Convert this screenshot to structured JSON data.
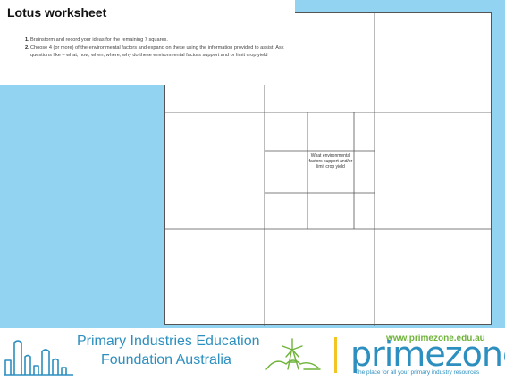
{
  "worksheet": {
    "title": "Lotus worksheet",
    "instructions": [
      {
        "num": "1.",
        "text": "Brainstorm and record your ideas for the remaining 7 squares."
      },
      {
        "num": "2.",
        "text": "Choose 4 (or more) of the environmental factors and expand on these using the information provided to assist. Ask questions like – what, how, when, where, why do these environmental factors support and or limit crop yield"
      }
    ],
    "center_question": "What environmental factors support and/or limit crop yield"
  },
  "footer": {
    "org_line1": "Primary Industries Education",
    "org_line2": "Foundation Australia",
    "pz_url": "www.primezone.edu.au",
    "pz_logo": "primezone",
    "pz_tagline": "The place for all your primary industry resources"
  },
  "colors": {
    "background": "#93d3f2",
    "brand_blue": "#2c8fbf",
    "brand_green": "#6fb33a",
    "brand_yellow": "#f3c423"
  },
  "icons": [
    "pief-figures-icon",
    "windmill-landscape-icon",
    "magnifier-icon"
  ]
}
